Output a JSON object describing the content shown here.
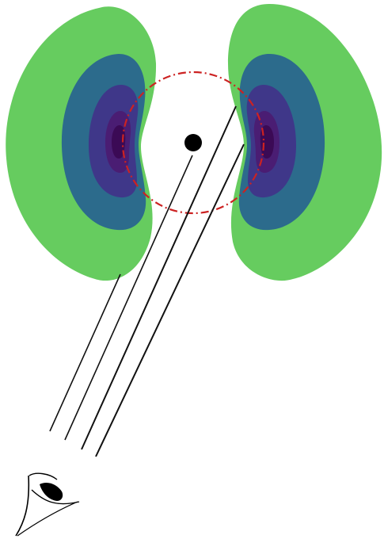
{
  "diagram": {
    "kind": "black-hole-disk-viewing-geometry",
    "colors": {
      "background": "#ffffff",
      "contour_outer": "#66cc5f",
      "contour_2": "#2c6b8c",
      "contour_3": "#3f3789",
      "contour_4": "#4a1d73",
      "contour_core": "#3b0a55",
      "photon_ring": "#cc2222",
      "sight_lines": "#111111",
      "black_hole": "#000000",
      "eye": "#000000"
    },
    "elements": {
      "left_lobe": "contour-lobe",
      "right_lobe": "contour-lobe",
      "ring": "dash-dot-circle",
      "center": "black-hole-dot",
      "rays": 4,
      "observer": "eye-icon"
    }
  }
}
